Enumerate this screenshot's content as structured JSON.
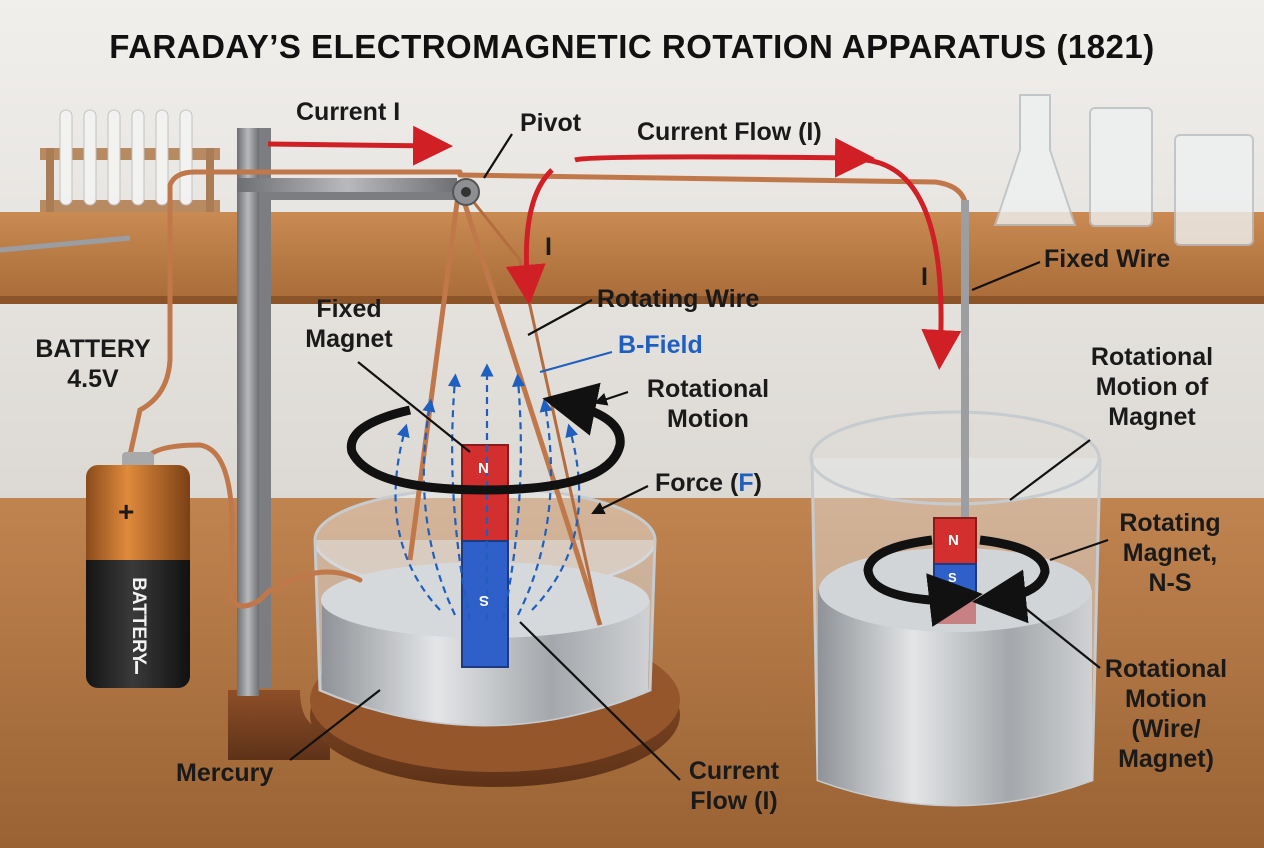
{
  "title": "FARADAY’S ELECTROMAGNETIC ROTATION APPARATUS (1821)",
  "labels": {
    "current_i": "Current I",
    "pivot": "Pivot",
    "current_flow_top": "Current Flow (I)",
    "i_left": "I",
    "i_right": "I",
    "fixed_wire": "Fixed Wire",
    "rotating_wire": "Rotating Wire",
    "b_field": "B-Field",
    "fixed_magnet_1": "Fixed",
    "fixed_magnet_2": "Magnet",
    "battery_1": "BATTERY",
    "battery_2": "4.5V",
    "rotational_motion_1": "Rotational",
    "rotational_motion_2": "Motion",
    "force_prefix": "Force (",
    "force_symbol": "F",
    "force_suffix": ")",
    "rot_motion_magnet_1": "Rotational",
    "rot_motion_magnet_2": "Motion of",
    "rot_motion_magnet_3": "Magnet",
    "rotating_magnet_1": "Rotating",
    "rotating_magnet_2": "Magnet,",
    "rotating_magnet_3": "N-S",
    "rot_motion_wire_1": "Rotational",
    "rot_motion_wire_2": "Motion",
    "rot_motion_wire_3": "(Wire/",
    "rot_motion_wire_4": "Magnet)",
    "mercury": "Mercury",
    "current_flow_bottom_1": "Current",
    "current_flow_bottom_2": "Flow (I)"
  },
  "battery": {
    "body_text": "BATTERY",
    "plus": "+",
    "minus": "−"
  },
  "magnets": {
    "left_north": "N",
    "left_south": "S",
    "right_north": "N",
    "right_south": "S"
  },
  "colors": {
    "current_arrow": "#d11f26",
    "b_field": "#1f5fbf",
    "copper": "#c0784a",
    "magnet_north": "#d32f2f",
    "magnet_south": "#2f5fc8",
    "mercury": "#b9bcc0",
    "wood_table": "#b67a45",
    "stand": "#8d8f92"
  }
}
